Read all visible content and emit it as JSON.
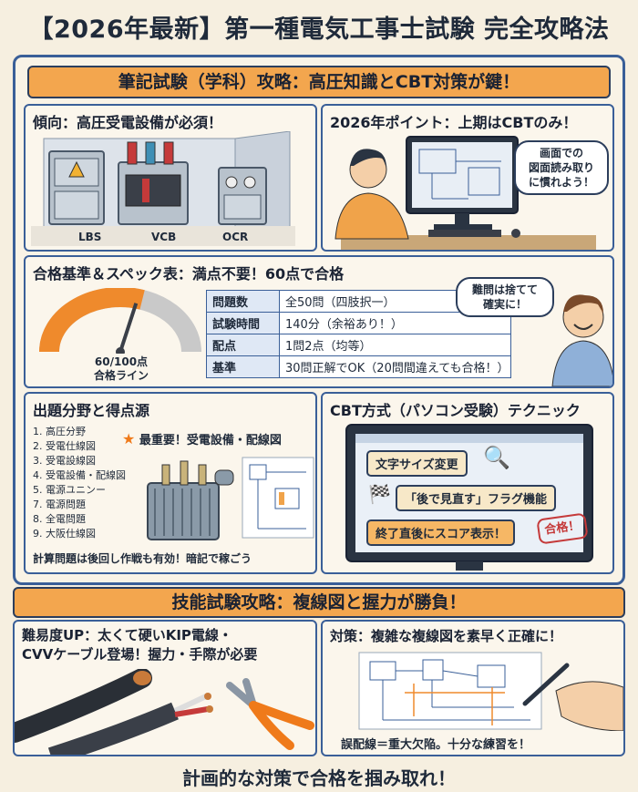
{
  "title": "【2026年最新】第一種電気工事士試験 完全攻略法",
  "written": {
    "banner": "筆記試験（学科）攻略：高圧知識とCBT対策が鍵！",
    "trend": {
      "title": "傾向：高圧受電設備が必須！",
      "equipment": [
        "LBS",
        "VCB",
        "OCR"
      ]
    },
    "cbt2026": {
      "title": "2026年ポイント：上期はCBTのみ！",
      "bubble_line1": "画面での",
      "bubble_line2": "図面読み取り",
      "bubble_line3": "に慣れよう！"
    },
    "criteria": {
      "title": "合格基準＆スペック表：満点不要！60点で合格",
      "gauge_line1": "60/100点",
      "gauge_line2": "合格ライン",
      "gauge_value": 0.6,
      "rows": [
        {
          "key": "問題数",
          "value": "全50問（四肢択一）"
        },
        {
          "key": "試験時間",
          "value": "140分（余裕あり！）"
        },
        {
          "key": "配点",
          "value": "1問2点（均等）"
        },
        {
          "key": "基準",
          "value": "30問正解でOK（20問間違えても合格！）"
        }
      ],
      "bubble_line1": "難問は捨てて",
      "bubble_line2": "確実に！"
    },
    "fields": {
      "title": "出題分野と得点源",
      "items": [
        "1. 高圧分野",
        "2. 受電仕線図",
        "3. 受電設線図",
        "4. 受電設備・配線図",
        "5. 電源ユニンー",
        "7. 電源問題",
        "8. 全電問題",
        "9. 大阪仕線図"
      ],
      "important": "最重要！受電設備・配線図",
      "note": "計算問題は後回し作戦も有効！暗記で稼ごう"
    },
    "cbt_tech": {
      "title": "CBT方式（パソコン受験）テクニック",
      "btn_font": "文字サイズ変更",
      "btn_flag": "「後で見直す」フラグ機能",
      "btn_score": "終了直後にスコア表示！",
      "stamp": "合格！"
    }
  },
  "practical": {
    "banner": "技能試験攻略：複線図と握力が勝負！",
    "difficulty": {
      "line1": "難易度UP：太くて硬いKIP電線・",
      "line2": "CVVケーブル登場！握力・手際が必要"
    },
    "measure": {
      "title": "対策：複雑な複線図を素早く正確に！",
      "note": "誤配線＝重大欠陥。十分な練習を！"
    }
  },
  "footer": "計画的な対策で合格を掴み取れ！",
  "colors": {
    "accent": "#f3a64e",
    "frame": "#3a5f98",
    "background": "#f6efe0"
  }
}
